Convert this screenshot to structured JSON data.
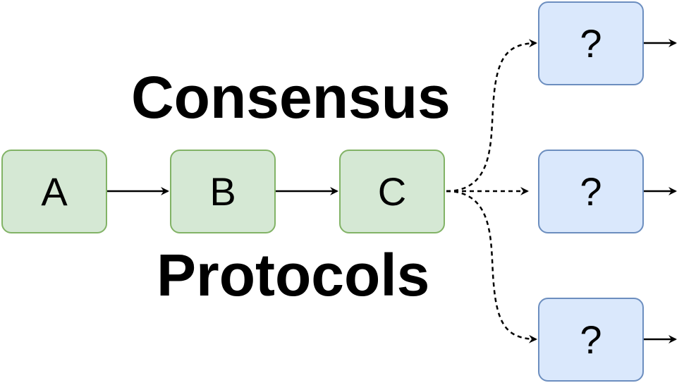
{
  "title": {
    "line1": "Consensus",
    "line2": "Protocols"
  },
  "nodes": {
    "a": "A",
    "b": "B",
    "c": "C",
    "q1": "?",
    "q2": "?",
    "q3": "?"
  },
  "colors": {
    "known_fill": "#d5e8d4",
    "known_stroke": "#82b366",
    "unknown_fill": "#dae8fc",
    "unknown_stroke": "#6c8ebf",
    "edge": "#000000"
  }
}
